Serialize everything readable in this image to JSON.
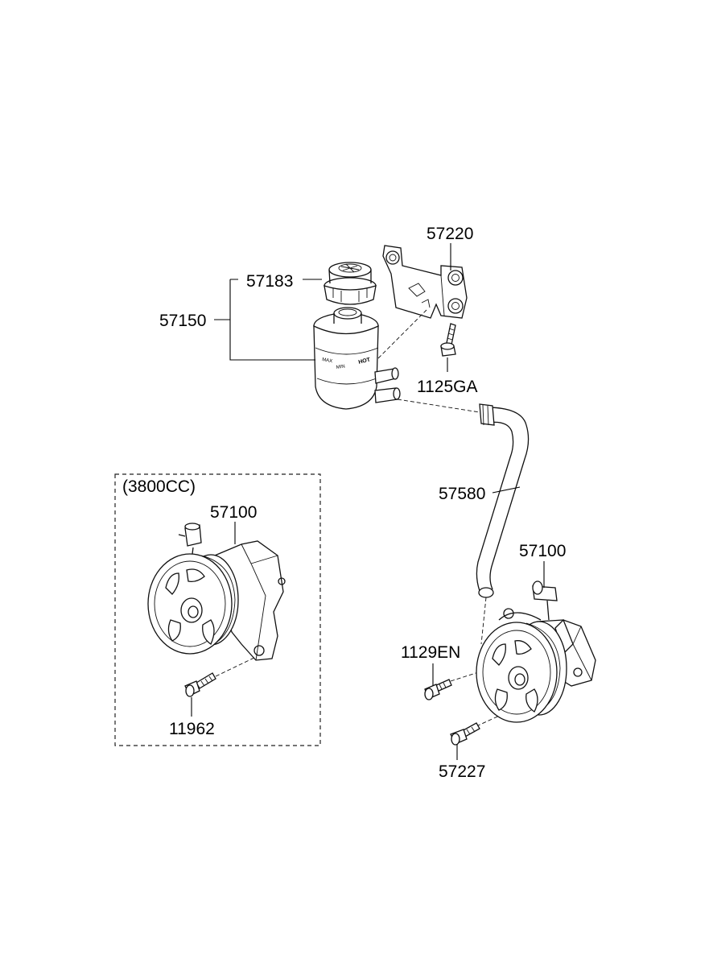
{
  "labels": {
    "reservoir_cap": "57183",
    "reservoir_assy": "57150",
    "bracket": "57220",
    "bracket_bolt": "1125GA",
    "suction_hose": "57580",
    "variant_note": "(3800CC)",
    "pump_variant": "57100",
    "pump_variant_bolt": "11962",
    "pump_main": "57100",
    "pump_bolt_a": "1129EN",
    "pump_bolt_b": "57227"
  },
  "reservoir_markings": {
    "line1": "HOT",
    "line2": "MIN",
    "line3": "MAX"
  }
}
